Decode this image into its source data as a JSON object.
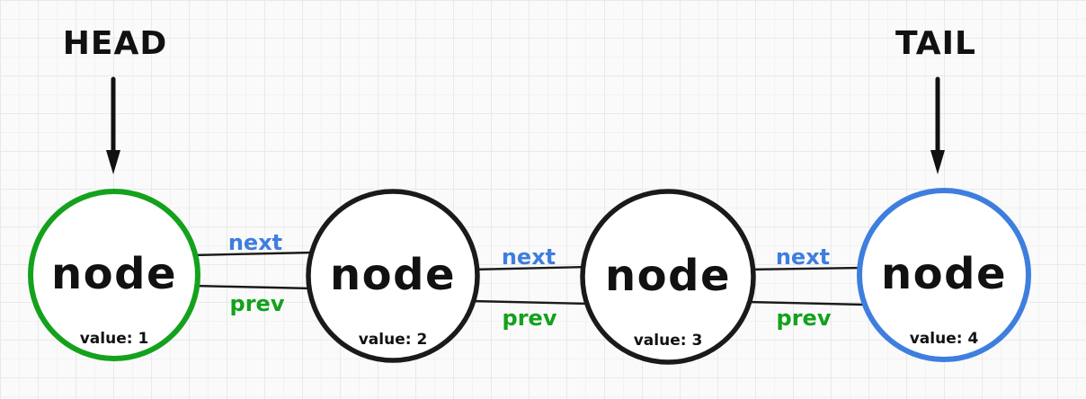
{
  "diagram": {
    "head_label": "HEAD",
    "tail_label": "TAIL",
    "nodes": [
      {
        "label": "node",
        "value": "value: 1",
        "border_color": "#14a11c",
        "role": "head"
      },
      {
        "label": "node",
        "value": "value: 2",
        "border_color": "#1a1a1a",
        "role": "middle"
      },
      {
        "label": "node",
        "value": "value: 3",
        "border_color": "#1a1a1a",
        "role": "middle"
      },
      {
        "label": "node",
        "value": "value: 4",
        "border_color": "#3e7ede",
        "role": "tail"
      }
    ],
    "links": [
      {
        "next": "next",
        "prev": "prev"
      },
      {
        "next": "next",
        "prev": "prev"
      },
      {
        "next": "next",
        "prev": "prev"
      }
    ],
    "colors": {
      "next_label": "#3e7ede",
      "prev_label": "#14a11c",
      "line": "#1a1a1a",
      "background": "#fafafa"
    }
  }
}
